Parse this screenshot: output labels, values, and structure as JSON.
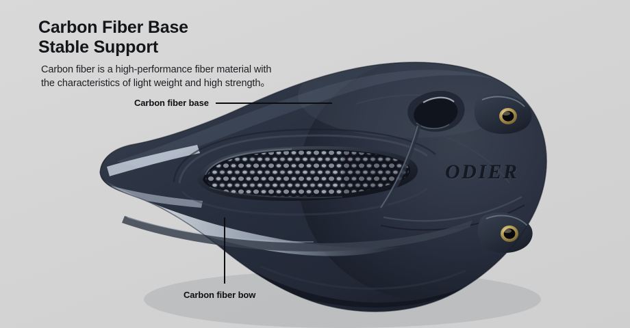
{
  "background": {
    "color": "#d4d4d4"
  },
  "heading": {
    "line1": "Carbon Fiber Base",
    "line2": "Stable Support",
    "full": "Carbon Fiber Base\nStable Support",
    "color": "#14161a"
  },
  "body": {
    "line1": "Carbon fiber is a high-performance fiber material with",
    "line2": "the characteristics of light weight and high strength。",
    "full": "Carbon fiber is a high-performance fiber material with\nthe characteristics of light weight and high strength。",
    "color": "#1c1e22"
  },
  "callouts": [
    {
      "id": "carbon-fiber-base",
      "label": "Carbon fiber base",
      "leader": "horizontal"
    },
    {
      "id": "carbon-fiber-bow",
      "label": "Carbon fiber bow",
      "leader": "vertical"
    }
  ],
  "callout_base_label": "Carbon fiber base",
  "callout_bow_label": "Carbon fiber bow",
  "product": {
    "type": "bicycle-saddle",
    "brand": "ODIER",
    "body_color": "#2a3040",
    "shadow_color": "#12161f",
    "highlight_color": "#cfd8e4",
    "eyelet_color": "#b79c55",
    "nose_tint": "#6b4740",
    "cutout": {
      "shape": "elongated-oval",
      "mesh": "honeycomb-lattice"
    },
    "eyelets": 2
  }
}
